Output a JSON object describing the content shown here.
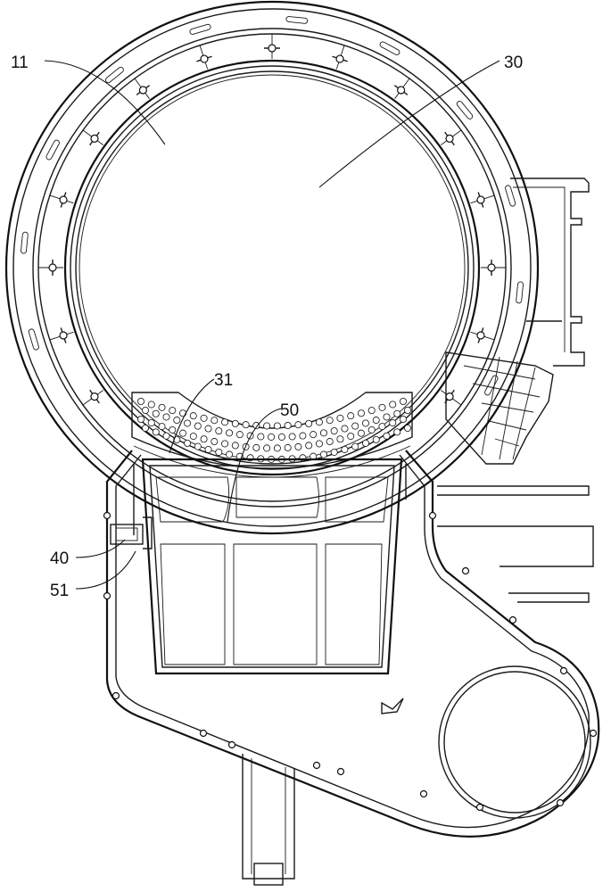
{
  "labels": {
    "drum": "11",
    "drum_opening": "30",
    "filter_screen": "31",
    "filter_box": "50",
    "sensor": "40",
    "sensor_mount": "51"
  },
  "colors": {
    "line": "#111111",
    "background": "#ffffff"
  }
}
